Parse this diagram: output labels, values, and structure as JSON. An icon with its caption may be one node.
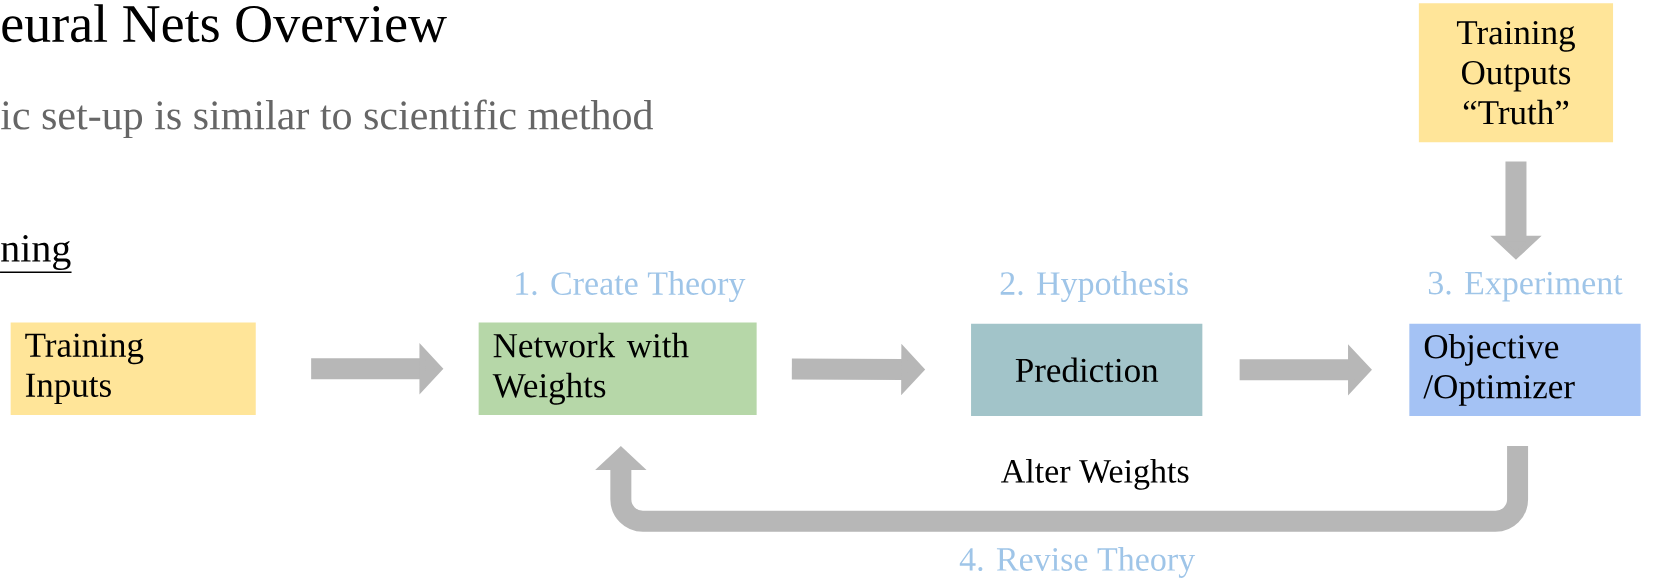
{
  "diagram": {
    "title": "eural Nets Overview",
    "nodes": [
      {
        "text": [
          "Training Inputs"
        ]
      },
      {
        "text": [
          "Network with Weights"
        ],
        "beside": [
          "1. Create Theory"
        ]
      },
      {
        "text": [
          "Prediction"
        ],
        "beside": [
          "2. Hypothesis"
        ]
      },
      {
        "text": [
          "Objective /Optimizer"
        ],
        "beside": [
          "3. Experiment"
        ]
      },
      {
        "text": [
          "Training Outputs “Truth”"
        ]
      }
    ],
    "edges": [
      {
        "from": 0,
        "to": 1,
        "arrow": "to"
      },
      {
        "from": 1,
        "to": 2,
        "arrow": "to"
      },
      {
        "from": 2,
        "to": 3,
        "arrow": "to"
      },
      {
        "from": 4,
        "to": 3,
        "arrow": "to"
      },
      {
        "from": 3,
        "to": 1,
        "arrow": "to",
        "label": "Alter Weights"
      }
    ],
    "labels": [
      "ic set-up is similar to scientific method",
      "ning",
      "4. Revise Theory"
    ]
  }
}
